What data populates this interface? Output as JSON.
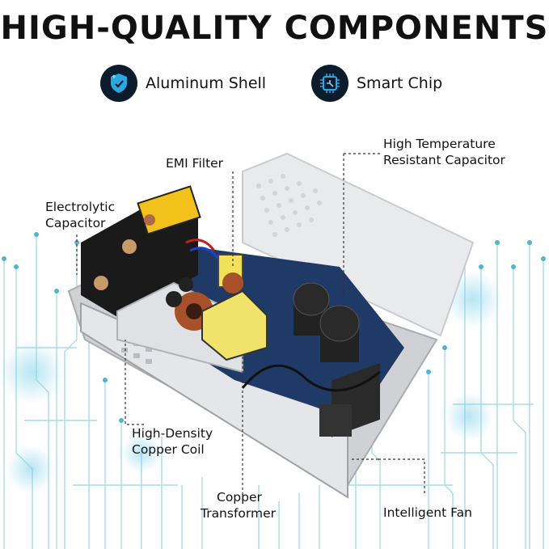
{
  "title": "HIGH-QUALITY COMPONENTS",
  "features": [
    {
      "label": "Aluminum Shell",
      "icon": "shield-arrow-icon"
    },
    {
      "label": "Smart Chip",
      "icon": "chip-icon"
    }
  ],
  "callouts": {
    "emi_filter": "EMI Filter",
    "high_temp_line1": "High Temperature",
    "high_temp_line2": "Resistant Capacitor",
    "electrolytic_line1": "Electrolytic",
    "electrolytic_line2": "Capacitor",
    "coil_line1": "High-Density",
    "coil_line2": "Copper Coil",
    "transformer_line1": "Copper",
    "transformer_line2": "Transformer",
    "fan": "Intelligent Fan"
  },
  "colors": {
    "accent_blue": "#2aa8e0",
    "icon_bg": "#0c1c2c",
    "circuit_teal": "#8fd3e0"
  }
}
